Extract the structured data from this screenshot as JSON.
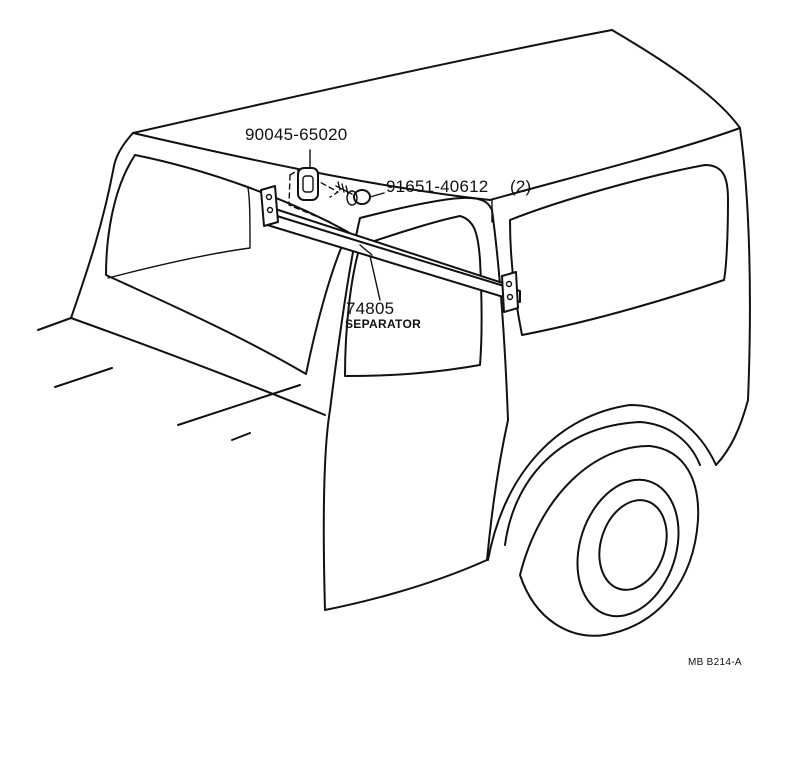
{
  "parts": {
    "cushion": {
      "number": "90045-65020"
    },
    "bolt": {
      "number": "91651-40612",
      "qty": "(2)"
    },
    "separator": {
      "number": "74805",
      "name": "SEPARATOR"
    }
  },
  "diagram_code": "MB B214-A",
  "colors": {
    "ink": "#111111",
    "paper": "#ffffff"
  }
}
